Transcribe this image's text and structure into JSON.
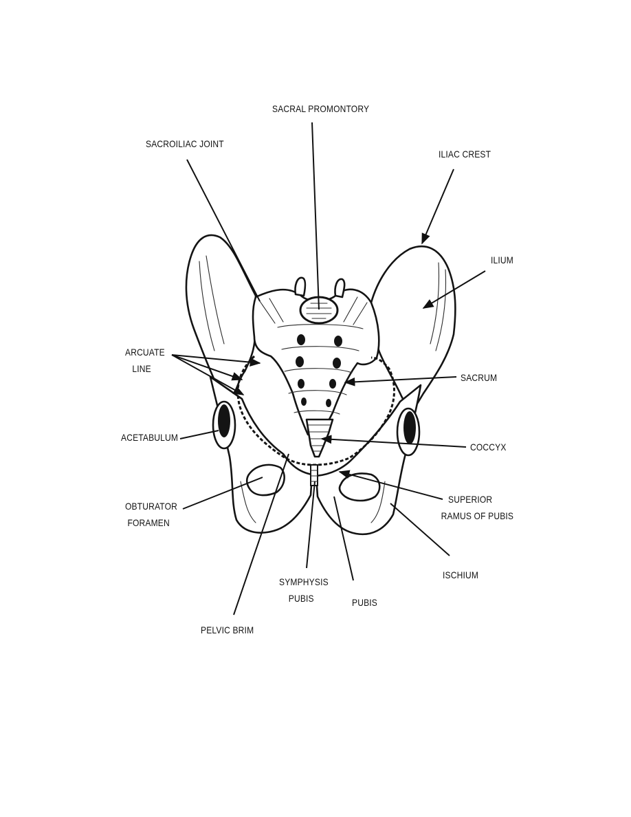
{
  "colors": {
    "ink": "#111111",
    "paper": "#ffffff"
  },
  "labels": {
    "sacral_promontory": "SACRAL PROMONTORY",
    "sacroiliac_joint": "SACROILIAC JOINT",
    "iliac_crest": "ILIAC CREST",
    "ilium": "ILIUM",
    "arcuate_line": [
      "ARCUATE",
      "LINE"
    ],
    "sacrum": "SACRUM",
    "acetabulum": "ACETABULUM",
    "coccyx": "COCCYX",
    "obturator_foramen": [
      "OBTURATOR",
      "FORAMEN"
    ],
    "superior_ramus_of_pubis": [
      "SUPERIOR",
      "RAMUS OF PUBIS"
    ],
    "ischium": "ISCHIUM",
    "symphysis_pubis": [
      "SYMPHYSIS",
      "PUBIS"
    ],
    "pubis": "PUBIS",
    "pelvic_brim": "PELVIC BRIM"
  }
}
